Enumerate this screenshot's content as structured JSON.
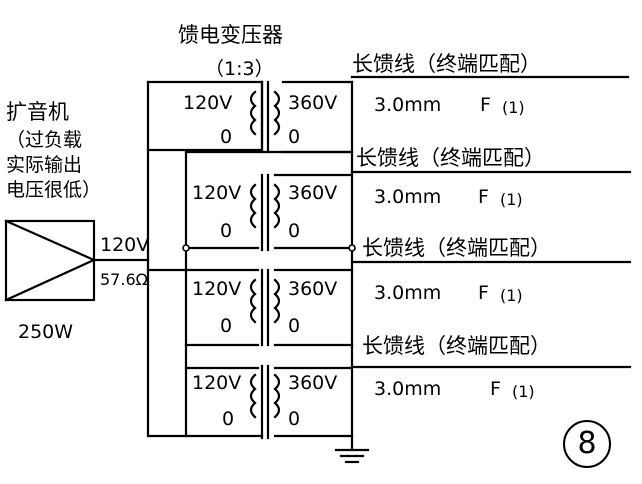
{
  "diagram": {
    "title": "馈电变压器",
    "ratio": "（1:3）",
    "amplifier": {
      "label": "扩音机",
      "note": [
        "（过负载",
        "实际输出",
        "电压很低）"
      ],
      "output_voltage": "120V",
      "output_impedance": "57.6Ω",
      "power": "250W"
    },
    "feeder_label": "长馈线（终端匹配）",
    "transformers": [
      {
        "primary_top": "120V",
        "primary_bottom": "0",
        "secondary_top": "360V",
        "secondary_bottom": "0",
        "wire": "3.0mm",
        "fuse": "F",
        "fuse_sub": "(1)"
      },
      {
        "primary_top": "120V",
        "primary_bottom": "0",
        "secondary_top": "360V",
        "secondary_bottom": "0",
        "wire": "3.0mm",
        "fuse": "F",
        "fuse_sub": "(1)"
      },
      {
        "primary_top": "120V",
        "primary_bottom": "0",
        "secondary_top": "360V",
        "secondary_bottom": "0",
        "wire": "3.0mm",
        "fuse": "F",
        "fuse_sub": "(1)"
      },
      {
        "primary_top": "120V",
        "primary_bottom": "0",
        "secondary_top": "360V",
        "secondary_bottom": "0",
        "wire": "3.0mm",
        "fuse": "F",
        "fuse_sub": "(1)"
      }
    ],
    "figure_number": "8"
  }
}
